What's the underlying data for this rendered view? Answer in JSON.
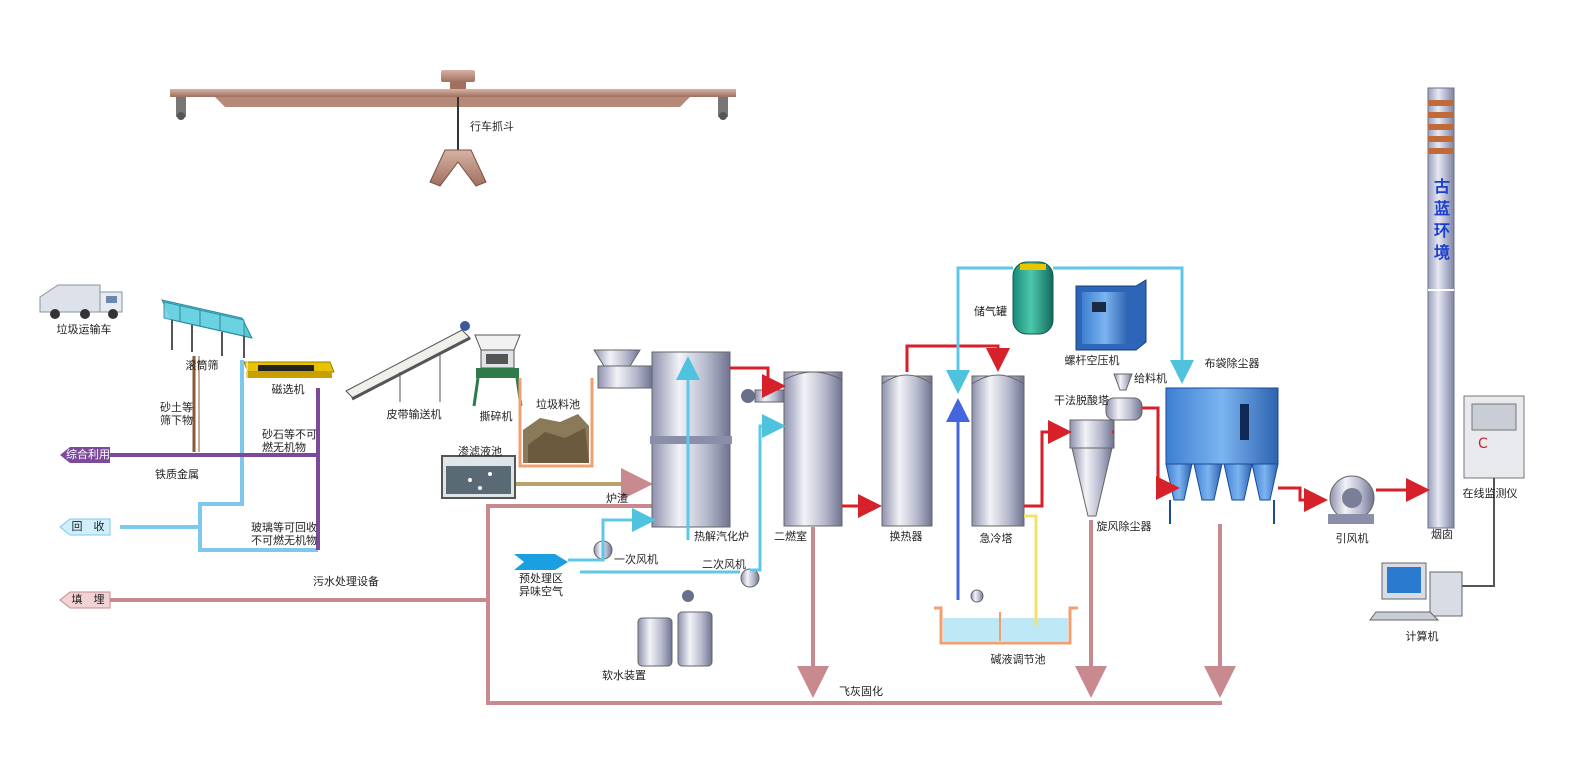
{
  "labels": {
    "crane_grab": "行车抓斗",
    "garbage_truck": "垃圾运输车",
    "drum_screen": "滚筒筛",
    "magnetic_separator": "磁选机",
    "sand_soil": "砂土等\n筛下物",
    "stone": "砂石等不可\n燃无机物",
    "iron_metal": "铁质金属",
    "glass": "玻璃等可回收\n不可燃无机物",
    "belt_conveyor": "皮带输送机",
    "shredder": "撕碎机",
    "garbage_pit": "垃圾料池",
    "leachate_pool": "渗滤液池",
    "slag": "炉渣",
    "pyrolysis_furnace": "热解汽化炉",
    "secondary_chamber": "二燃室",
    "primary_fan": "一次风机",
    "secondary_fan": "二次风机",
    "pretreat_air": "预处理区\n异味空气",
    "water_softener": "软水装置",
    "wastewater": "污水处理设备",
    "heat_exchanger": "换热器",
    "quench_tower": "急冷塔",
    "gas_tank": "储气罐",
    "screw_compressor": "螺杆空压机",
    "dry_deacid": "干法脱酸塔",
    "feeder": "给料机",
    "bag_filter": "布袋除尘器",
    "cyclone": "旋风除尘器",
    "alkali_pool": "碱液调节池",
    "fly_ash": "飞灰固化",
    "id_fan": "引风机",
    "chimney": "烟囱",
    "online_monitor": "在线监测仪",
    "computer": "计算机"
  },
  "outputs": {
    "reuse": "综合利用",
    "recycle": "回　收",
    "landfill": "填　埋"
  },
  "brand": "古蓝环境",
  "colors": {
    "flue_gas": "#d6202a",
    "air": "#5ec8e8",
    "ash": "#c98a8f",
    "purple": "#7b4a9c",
    "yellow": "#f2e36a",
    "steel": "#a8acc4"
  }
}
